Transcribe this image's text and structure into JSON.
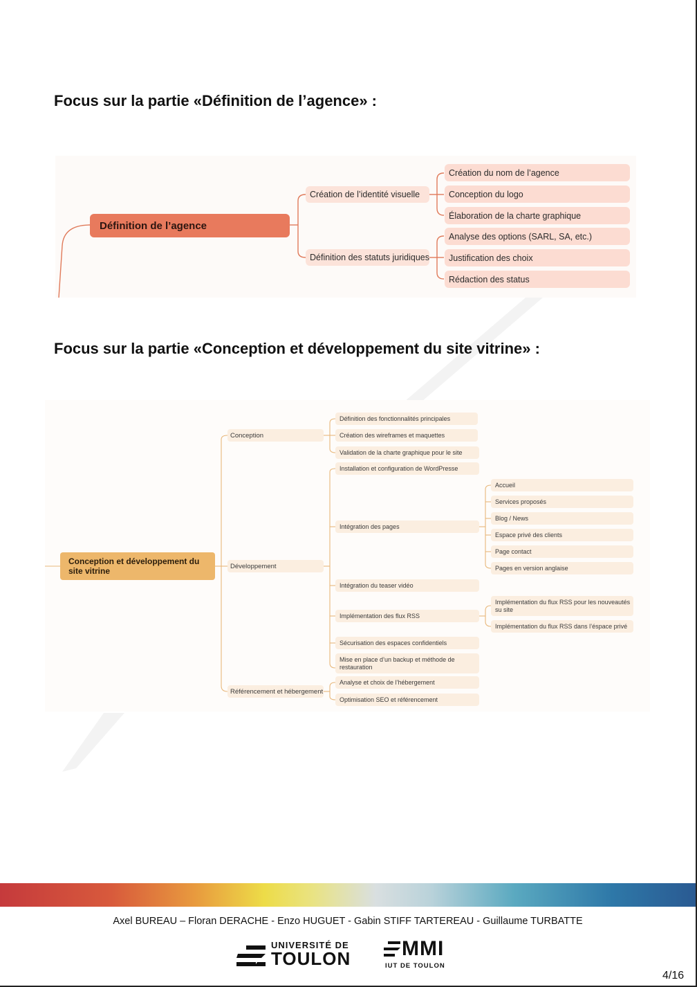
{
  "headings": {
    "focus_agence": "Focus sur la partie «Définition de l’agence» :",
    "focus_site": "Focus sur la partie «Conception et développement du site vitrine» :"
  },
  "map_agence": {
    "root": "Définition de l’agence",
    "branches": [
      {
        "label": "Création de l’identité visuelle",
        "leaves": [
          "Création du nom de l’agence",
          "Conception du logo",
          "Élaboration de la charte graphique"
        ]
      },
      {
        "label": "Définition des statuts juridiques",
        "leaves": [
          "Analyse des options (SARL, SA, etc.)",
          "Justification des choix",
          "Rédaction des status"
        ]
      }
    ]
  },
  "map_site": {
    "root": "Conception et développement du site vitrine",
    "branches": [
      {
        "label": "Conception",
        "leaves": [
          "Définition des fonctionnalités principales",
          "Création des wireframes et maquettes",
          "Validation de la charte graphique pour le site"
        ]
      },
      {
        "label": "Développement",
        "leaves": [
          "Installation et configuration de WordPresse",
          "Intégration des pages",
          "Intégration du teaser vidéo",
          "Implémentation des flux RSS",
          "Sécurisation des espaces confidentiels",
          "Mise en place d’un backup et méthode de restauration"
        ],
        "pages": [
          "Accueil",
          "Services proposés",
          "Blog / News",
          "Espace privé des clients",
          "Page contact",
          "Pages en version anglaise"
        ],
        "rss": [
          "Implémentation du flux RSS pour les nouveautés su site",
          "Implémentation du flux RSS dans l’éspace privé"
        ]
      },
      {
        "label": "Référencement et hébergement",
        "leaves": [
          "Analyse et choix de l’hébergement",
          "Optimisation SEO et référencement"
        ]
      }
    ]
  },
  "footer": {
    "authors": "Axel BUREAU – Floran DERACHE - Enzo HUGUET - Gabin STIFF TARTEREAU - Guillaume TURBATTE",
    "univ_logo_top": "UNIVERSITÉ DE",
    "univ_logo_main": "TOULON",
    "mmi_logo_main": "MMI",
    "mmi_logo_sub": "IUT DE TOULON",
    "page_number": "4/16"
  },
  "colors": {
    "agence_root": "#e87a5d",
    "agence_leaf": "#fcdcd2",
    "agence_line": "#e07a5a",
    "site_root": "#edb76b",
    "site_leaf": "#fbeee0",
    "site_line": "#e8b77a"
  }
}
